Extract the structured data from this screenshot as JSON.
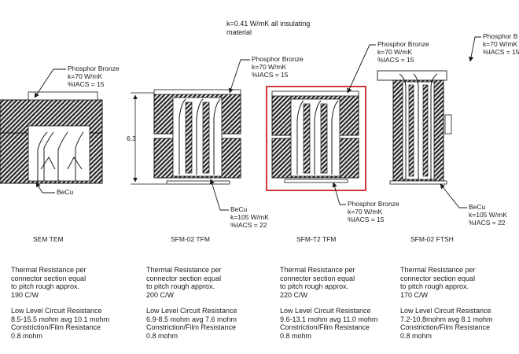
{
  "top_note": [
    "k=0.41 W/mK all insulating",
    "material"
  ],
  "dimension_label": "6.3",
  "callouts": {
    "sem_bronze": [
      "Phosphor Bronze",
      "k=70 W/mK",
      "%IACS = 15"
    ],
    "sem_becu": [
      "BeCu"
    ],
    "tfm_bronze": [
      "Phosphor Bronze",
      "k=70 W/mK",
      "%IACS = 15"
    ],
    "tfm_becu": [
      "BeCu",
      "k=105 W/mK",
      "%IACS = 22"
    ],
    "t2_bronze_top": [
      "Phosphor Bronze",
      "k=70 W/mK",
      "%IACS = 15"
    ],
    "t2_bronze_bottom": [
      "Phosphor Bronze",
      "k=70 W/mK",
      "%IACS = 15"
    ],
    "ftsh_bronze": [
      "Phosphor B",
      "k=70 W/mK",
      "%IACS = 15"
    ],
    "ftsh_becu": [
      "BeCu",
      "k=105 W/mK",
      "%IACS = 22"
    ]
  },
  "captions": [
    "SEM TEM",
    "SFM-02 TFM",
    "SFM-T2 TFM",
    "SFM-02 FTSH"
  ],
  "specs": [
    {
      "thermal": [
        "Thermal Resistance per",
        "connector section equal",
        "to pitch rough approx.",
        "190 C/W"
      ],
      "circuit": [
        "Low Level Circuit Resistance",
        "8.5-15.5 mohm avg 10.1 mohm",
        "Constriction/Film Resistance",
        "0.8 mohm"
      ]
    },
    {
      "thermal": [
        "Thermal Resistance per",
        "connector section equal",
        "to pitch rough approx.",
        "200 C/W"
      ],
      "circuit": [
        "Low Level Circuit Resistance",
        "6.9-8.5 mohm avg 7.6 mohm",
        "Constriction/Film Resistance",
        "0.8 mohm"
      ]
    },
    {
      "thermal": [
        "Thermal Resistance per",
        "connector section equal",
        "to pitch rough approx.",
        "220 C/W"
      ],
      "circuit": [
        "Low Level Circuit Resistance",
        "9.6-13.1 mohm avg 11.0 mohm",
        "Constriction/Film Resistance",
        "0.8 mohm"
      ]
    },
    {
      "thermal": [
        "Thermal Resistance per",
        "connector section equal",
        "to pitch rough approx.",
        "170 C/W"
      ],
      "circuit": [
        "Low Level Circuit Resistance",
        "7.2-10.8mohm avg 8.1 mohm",
        "Constriction/Film Resistance",
        "0.8 mohm"
      ]
    }
  ],
  "colors": {
    "highlight": "#d0202a",
    "ink": "#1a1a1a"
  }
}
